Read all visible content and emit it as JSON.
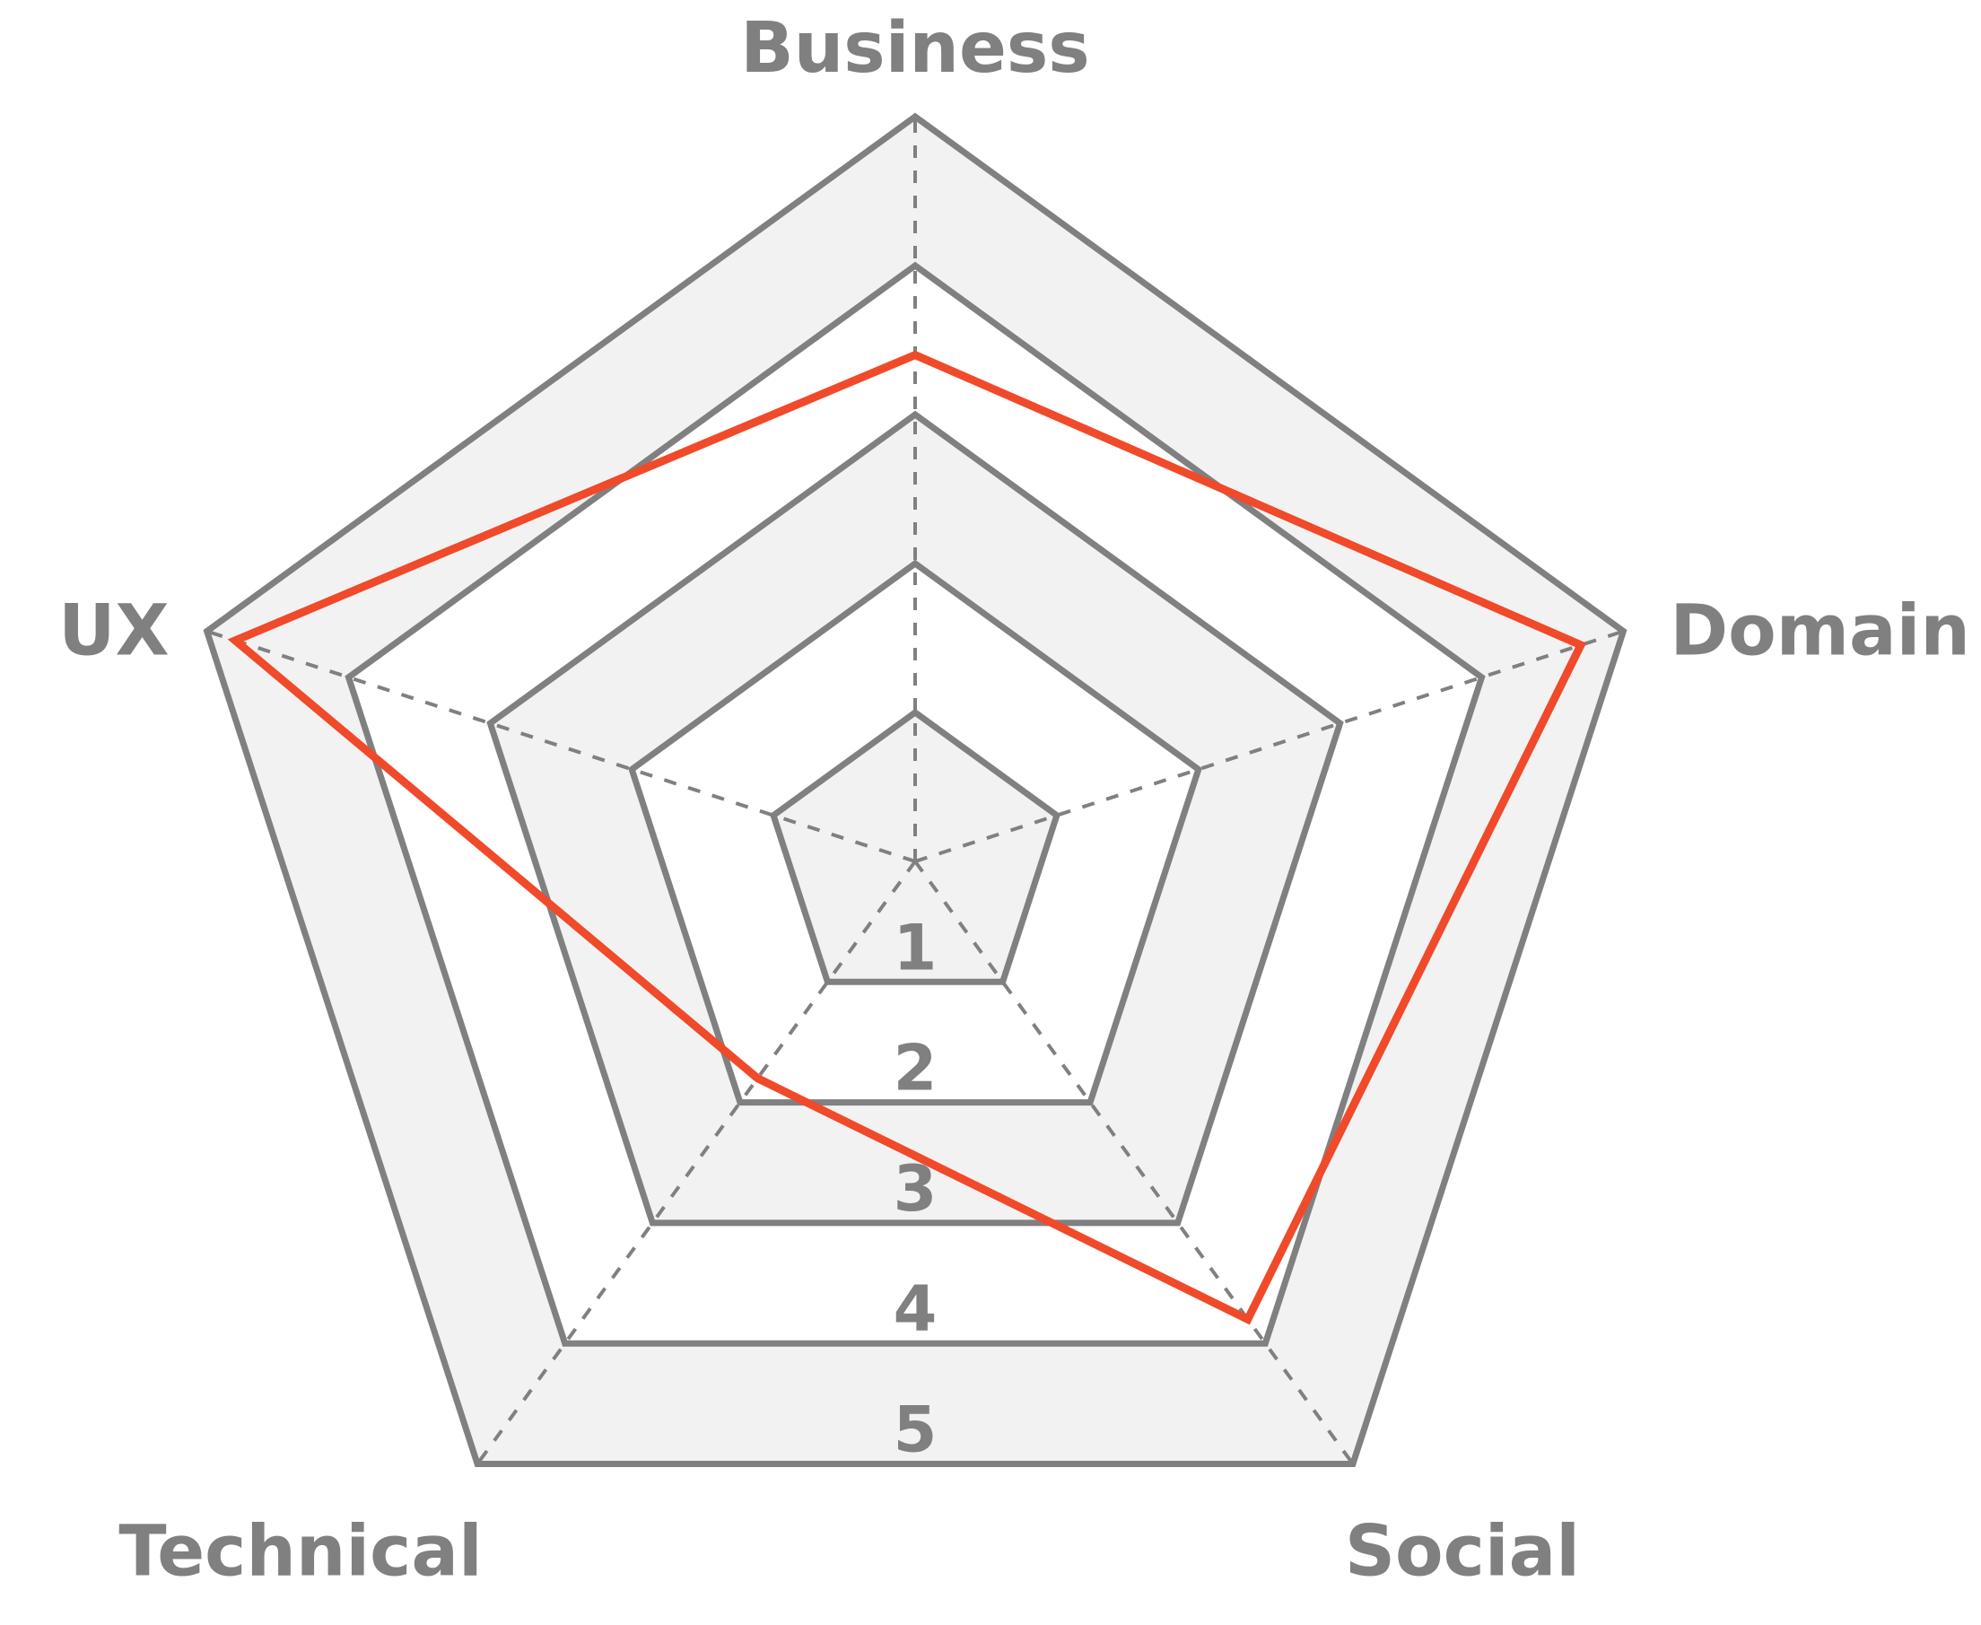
{
  "chart_data": {
    "type": "radar",
    "axes": [
      "Business",
      "Domain",
      "Social",
      "Technical",
      "UX"
    ],
    "scale": {
      "min": 0,
      "max": 5,
      "ticks": [
        1,
        2,
        3,
        4,
        5
      ]
    },
    "tick_labels": [
      "1",
      "2",
      "3",
      "4",
      "5"
    ],
    "series": [
      {
        "values": [
          3.4,
          4.7,
          3.8,
          1.8,
          4.8
        ]
      }
    ],
    "colors": {
      "grid": "#808080",
      "band_fill": "#f2f2f2",
      "series": "#f04a2a",
      "text": "#808080"
    }
  }
}
